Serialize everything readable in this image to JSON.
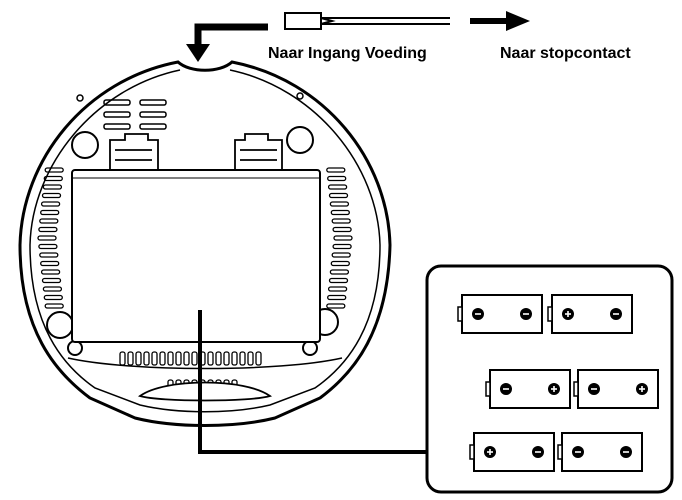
{
  "labels": {
    "power_input": "Naar Ingang Voeding",
    "wall_outlet": "Naar stopcontact"
  },
  "batteries": {
    "count": 6,
    "polarity": [
      [
        "-",
        "-"
      ],
      [
        "+",
        "-"
      ],
      [
        "-",
        "+"
      ],
      [
        "-",
        "+"
      ],
      [
        "+",
        "-"
      ],
      [
        "-",
        "-"
      ]
    ]
  },
  "colors": {
    "stroke": "#000000",
    "background": "#ffffff"
  }
}
